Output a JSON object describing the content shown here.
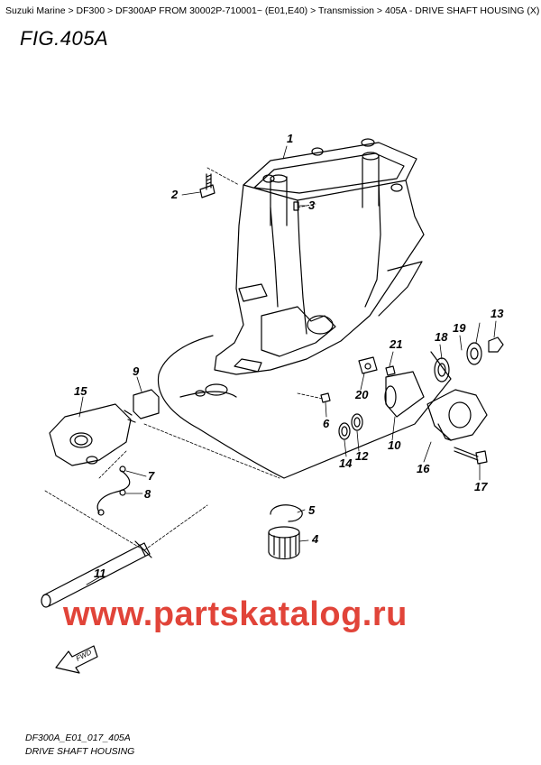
{
  "breadcrumb": {
    "items": [
      "Suzuki Marine",
      "DF300",
      "DF300AP FROM 30002P-710001~ (E01,E40)",
      "Transmission",
      "405A - DRIVE SHAFT HOUSING (X)"
    ],
    "separator": " >",
    "trailing": " >"
  },
  "figure": {
    "title": "FIG.405A"
  },
  "callouts": [
    "1",
    "2",
    "3",
    "4",
    "5",
    "6",
    "7",
    "8",
    "9",
    "10",
    "11",
    "12",
    "13",
    "14",
    "15",
    "16",
    "17",
    "18",
    "19",
    "20",
    "21"
  ],
  "watermark": "www.partskatalog.ru",
  "fwd_label": "FWD",
  "footer": {
    "code": "DF300A_E01_017_405A",
    "caption": "DRIVE SHAFT HOUSING"
  },
  "colors": {
    "watermark": "#e03a2f",
    "line": "#000000"
  }
}
